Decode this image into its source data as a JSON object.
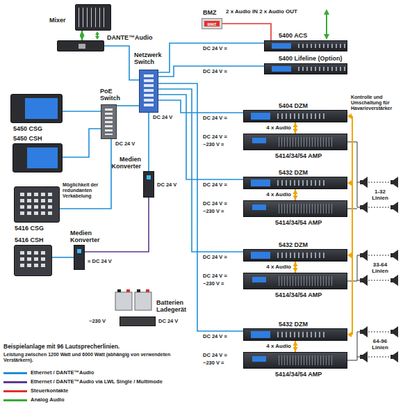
{
  "diagram": {
    "nodes": [
      {
        "text": [
          "Mixer"
        ]
      },
      {
        "text": [
          "DANTE™Audio"
        ]
      },
      {
        "text": [
          "BMZ",
          "BMZ"
        ]
      },
      {
        "text": [
          "5400 ACS"
        ]
      },
      {
        "text": [
          "5400 Lifeline (Option)"
        ]
      },
      {
        "text": [
          "Netzwerk Switch"
        ]
      },
      {
        "text": [
          "PoE Switch"
        ]
      },
      {
        "text": [
          "5450 CSG"
        ]
      },
      {
        "text": [
          "5450 CSH"
        ]
      },
      {
        "text": [
          "5404 DZM"
        ]
      },
      {
        "text": [
          "5414/34/54 AMP"
        ]
      },
      {
        "text": [
          "Medien Konverter"
        ]
      },
      {
        "text": [
          "5432 DZM"
        ]
      },
      {
        "text": [
          "5414/34/54 AMP"
        ]
      },
      {
        "text": [
          "5416 CSG"
        ]
      },
      {
        "text": [
          "5416 CSH"
        ]
      },
      {
        "text": [
          "Medien Konverter"
        ]
      },
      {
        "text": [
          "5432 DZM"
        ]
      },
      {
        "text": [
          "5414/34/54 AMP"
        ]
      },
      {
        "text": [
          "Batterien Ladegerät"
        ]
      },
      {
        "text": [
          "5432 DZM"
        ]
      },
      {
        "text": [
          "5414/34/54 AMP"
        ]
      }
    ],
    "edges": [
      {
        "from": 0,
        "to": 1,
        "arrow": "both"
      },
      {
        "from": 2,
        "to": 3,
        "arrow": "none"
      },
      {
        "from": 1,
        "to": 5,
        "arrow": "none"
      },
      {
        "from": 5,
        "to": 3,
        "arrow": "none"
      },
      {
        "from": 5,
        "to": 4,
        "arrow": "none"
      },
      {
        "from": 5,
        "to": 6,
        "arrow": "none"
      },
      {
        "from": 6,
        "to": 7,
        "arrow": "none"
      },
      {
        "from": 6,
        "to": 8,
        "arrow": "none"
      },
      {
        "from": 5,
        "to": 9,
        "arrow": "none"
      },
      {
        "from": 9,
        "to": 10,
        "label": "4 x Audio",
        "arrow": "both"
      },
      {
        "from": 5,
        "to": 11,
        "arrow": "none"
      },
      {
        "from": 5,
        "to": 12,
        "arrow": "none"
      },
      {
        "from": 12,
        "to": 13,
        "label": "4 x Audio",
        "arrow": "both"
      },
      {
        "from": 6,
        "to": 14,
        "arrow": "none"
      },
      {
        "from": 11,
        "to": 16,
        "arrow": "none"
      },
      {
        "from": 16,
        "to": 15,
        "arrow": "none"
      },
      {
        "from": 5,
        "to": 17,
        "arrow": "none"
      },
      {
        "from": 17,
        "to": 18,
        "label": "4 x Audio",
        "arrow": "both"
      },
      {
        "from": 5,
        "to": 20,
        "arrow": "none"
      },
      {
        "from": 20,
        "to": 21,
        "label": "4 x Audio",
        "arrow": "both"
      }
    ],
    "labels": [
      "2 x Audio IN 2 x Audio OUT",
      "DC 24 V =",
      "DC 24 V =",
      "DC 24 V",
      "DC 24 V",
      "DC 24 V =",
      "DC 24 V =",
      "~230 V =",
      "Kontrolle und Umschaltung für Havarieverstärker",
      "DC 24 V",
      "DC 24 V =",
      "DC 24 V =",
      "~230 V =",
      "1-32 Linien",
      "Möglichkeit der redundanten Verkabelung",
      "= DC 24 V",
      "DC 24 V =",
      "DC 24 V =",
      "~230 V =",
      "33-64 Linien",
      "~230 V",
      "DC 24 V",
      "DC 24 V =",
      "DC 24 V =",
      "~230 V =",
      "64-96 Linien",
      "Beispielanlage mit 96 Lautsprecherlinien.",
      "Leistung zwischen 1200 Watt und 6000 Watt (abhängig von verwendeten Verstärkern)."
    ],
    "legend": [
      {
        "text": "Ethernet / DANTE™Audio",
        "color": "#1f8fd6"
      },
      {
        "text": "Ethernet / DANTE™Audio via LWL Single / Multimode",
        "color": "#5b3a8f"
      },
      {
        "text": "Steuerkontakte",
        "color": "#e0322e"
      },
      {
        "text": "Analog Audio",
        "color": "#3aa935"
      }
    ]
  }
}
